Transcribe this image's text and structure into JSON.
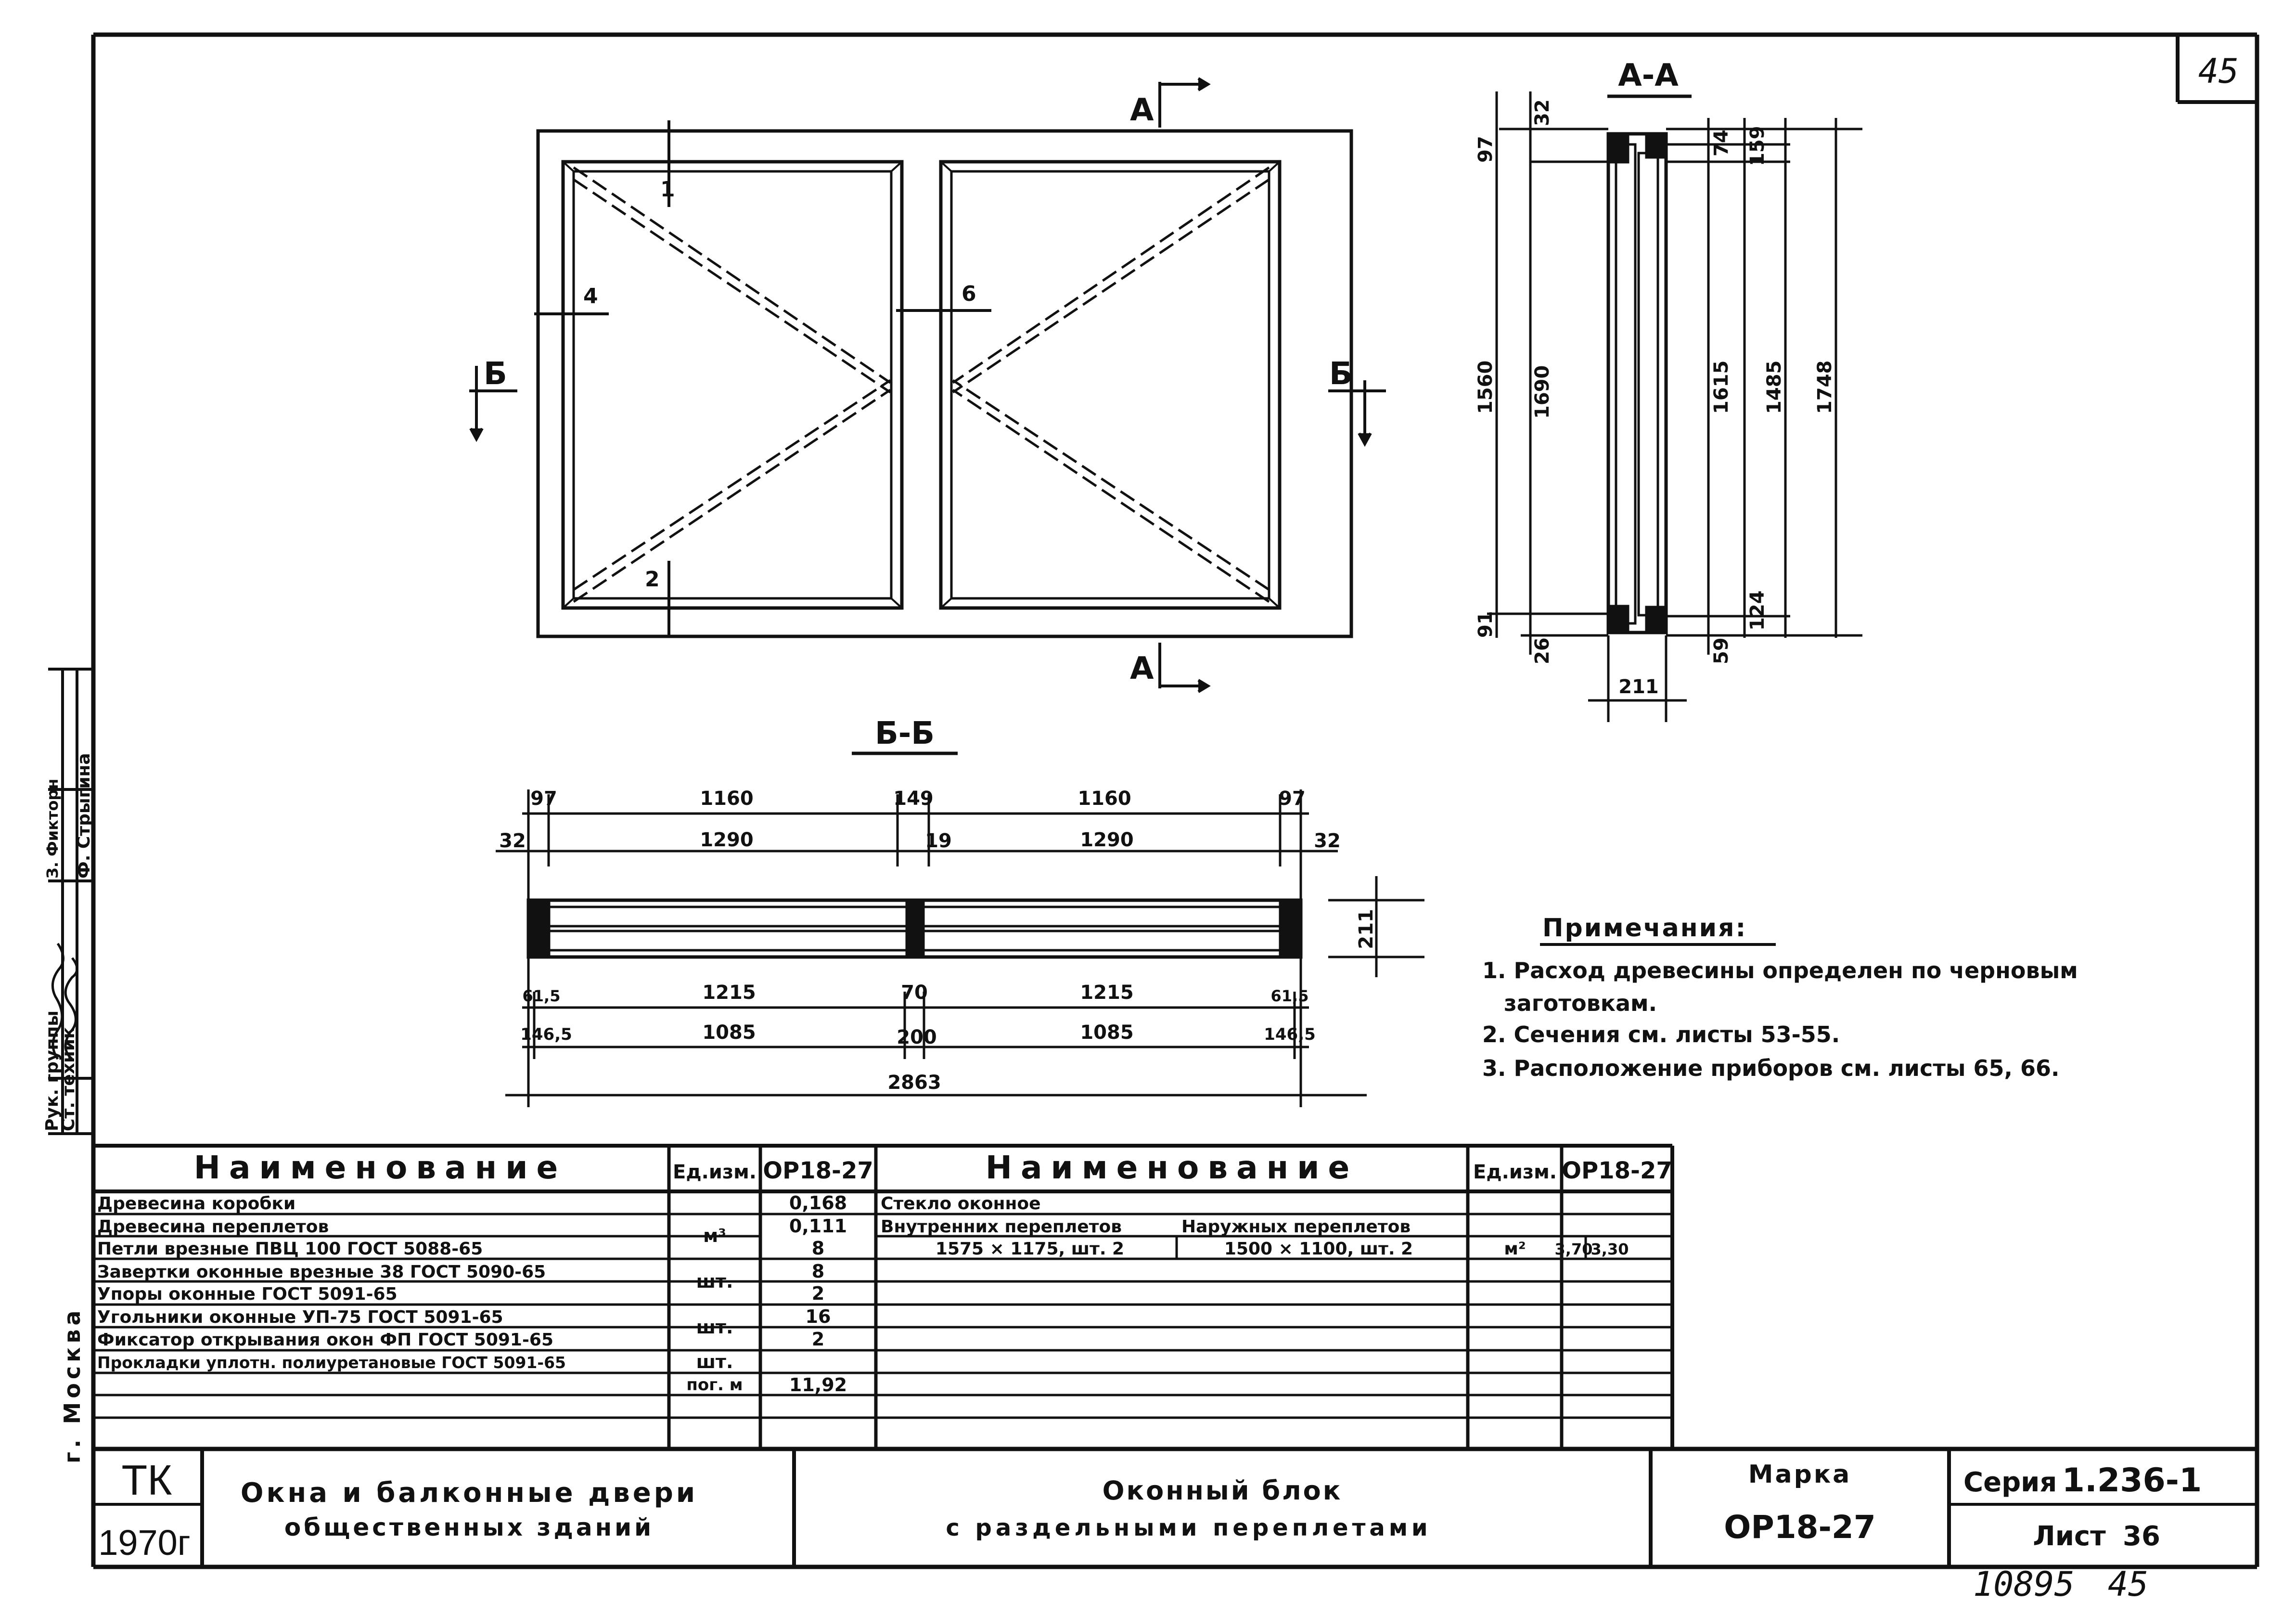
{
  "sheet_corner_number": "45",
  "front_view": {
    "section_marks": {
      "aa_top": "А",
      "aa_bottom": "А",
      "bb_left": "Б",
      "bb_right": "Б"
    },
    "callouts": [
      "1",
      "2",
      "4",
      "6"
    ]
  },
  "section_aa": {
    "title": "А-А",
    "dims": {
      "d97": "97",
      "d32": "32",
      "d1560": "1560",
      "d1690": "1690",
      "d91": "91",
      "d26": "26",
      "d74": "74",
      "d159": "159",
      "d1615": "1615",
      "d1485": "1485",
      "d1748": "1748",
      "d124": "124",
      "d59": "59",
      "d211": "211"
    }
  },
  "section_bb": {
    "title": "Б-Б",
    "dims": {
      "top_97_l": "97",
      "top_1160_l": "1160",
      "top_149": "149",
      "top_1160_r": "1160",
      "top_97_r": "97",
      "row2_32_l": "32",
      "row2_1290_l": "1290",
      "row2_19": "19",
      "row2_1290_r": "1290",
      "row2_32_r": "32",
      "height_211": "211",
      "b1_61_l": "61,5",
      "b1_1215_l": "1215",
      "b1_70": "70",
      "b1_1215_r": "1215",
      "b1_61_r": "61,5",
      "b2_146_l": "146,5",
      "b2_1085_l": "1085",
      "b2_200": "200",
      "b2_1085_r": "1085",
      "b2_146_r": "146,5",
      "overall": "2863"
    }
  },
  "notes": {
    "title": "Примечания:",
    "items": [
      "1. Расход древесины определен по черновым",
      "заготовкам.",
      "2. Сечения см. листы 53-55.",
      "3. Расположение приборов см. листы 65, 66."
    ]
  },
  "spec_left": {
    "head_name": "Наименование",
    "head_unit": "Ед.изм.",
    "head_mark": "ОР18-27",
    "rows": [
      {
        "name": "Древесина коробки",
        "unit": "м³",
        "value": "0,168"
      },
      {
        "name": "Древесина переплетов",
        "unit": "",
        "value": "0,111"
      },
      {
        "name": "Петли врезные ПВЦ 100 ГОСТ 5088-65",
        "unit": "шт.",
        "value": "8"
      },
      {
        "name": "Завертки оконные врезные 38 ГОСТ 5090-65",
        "unit": "",
        "value": "8"
      },
      {
        "name": "Упоры оконные ГОСТ 5091-65",
        "unit": "шт.",
        "value": "2"
      },
      {
        "name": "Угольники оконные УП-75 ГОСТ 5091-65",
        "unit": "",
        "value": "16"
      },
      {
        "name": "Фиксатор открывания окон ФП ГОСТ 5091-65",
        "unit": "шт.",
        "value": "2"
      },
      {
        "name": "Прокладки уплотн. полиуретановые ГОСТ 5091-65",
        "unit": "пог. м",
        "value": "11,92"
      }
    ]
  },
  "spec_right": {
    "head_name": "Наименование",
    "head_unit": "Ед.изм.",
    "head_mark": "ОР18-27",
    "glass_title": "Стекло оконное",
    "glass_inner_head": "Внутренних переплетов",
    "glass_outer_head": "Наружных переплетов",
    "glass_inner_value": "1575 × 1175, шт. 2",
    "glass_outer_value": "1500 × 1100, шт. 2",
    "glass_unit": "м²",
    "glass_value_1": "3,70",
    "glass_value_2": "3,30"
  },
  "side_stamp": {
    "city": "г. Москва",
    "role_1": "Рук. группы",
    "role_2": "Ст. техник",
    "name_1": "З. Фикторн",
    "name_2": "Ф. Стрыгина"
  },
  "title_block": {
    "org": "ТК",
    "year": "1970г",
    "project_line1": "Окна и балконные двери",
    "project_line2": "общественных зданий",
    "drawing_line1": "Оконный блок",
    "drawing_line2": "с раздельными переплетами",
    "mark_label": "Марка",
    "mark_value": "ОР18-27",
    "series_label": "Серия",
    "series_value": "1.236-1",
    "sheet_label": "Лист",
    "sheet_value": "36"
  },
  "archive_number": "10895",
  "archive_page": "45"
}
